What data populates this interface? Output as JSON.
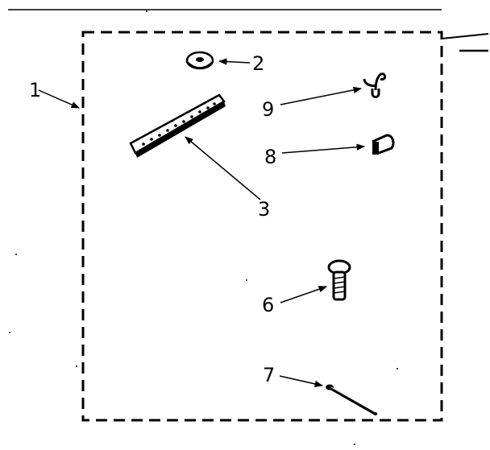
{
  "callouts": {
    "kit": "1",
    "washer": "2",
    "strap": "3",
    "bolt": "6",
    "cotter_pin": "7",
    "clip": "8",
    "hook": "9"
  },
  "colors": {
    "ink": "#000000",
    "paper": "#ffffff"
  }
}
